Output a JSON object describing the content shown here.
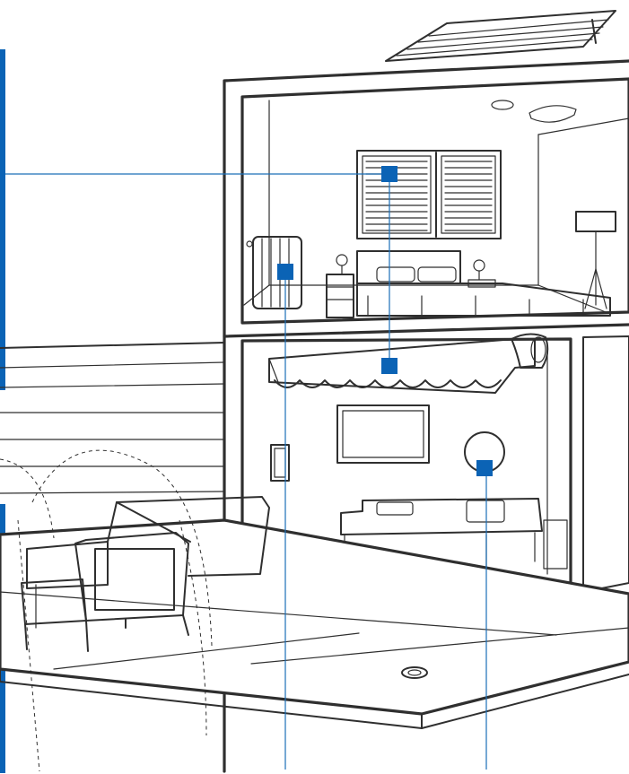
{
  "colors": {
    "accent": "#0b63b5",
    "callout_line": "#1a6fb8",
    "line_art": "#2f2f2f",
    "background": "#ffffff"
  },
  "markers": [
    {
      "name": "shutter-sensor-marker"
    },
    {
      "name": "radiator-sensor-marker"
    },
    {
      "name": "awning-sensor-marker"
    },
    {
      "name": "ceiling-light-sensor-marker"
    }
  ]
}
